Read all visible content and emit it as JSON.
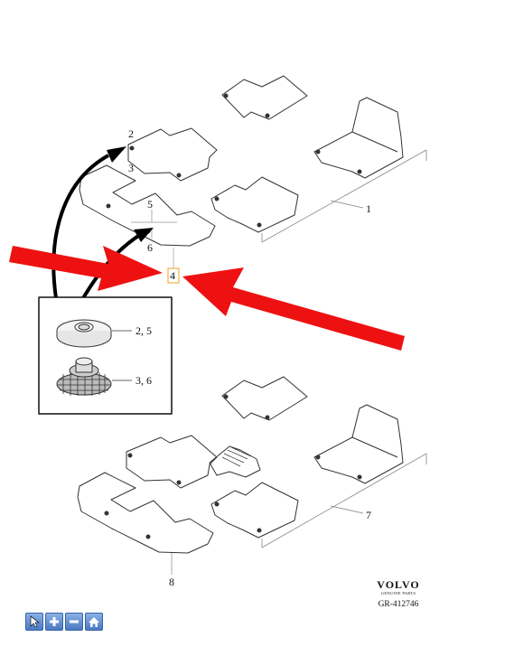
{
  "callouts": [
    {
      "key": "c1",
      "label": "1"
    },
    {
      "key": "c2",
      "label": "2"
    },
    {
      "key": "c3",
      "label": "3"
    },
    {
      "key": "c4",
      "label": "4"
    },
    {
      "key": "c5",
      "label": "5"
    },
    {
      "key": "c6",
      "label": "6"
    },
    {
      "key": "c7",
      "label": "7"
    },
    {
      "key": "c8",
      "label": "8"
    }
  ],
  "detail_box": {
    "label_top": "2, 5",
    "label_bottom": "3, 6"
  },
  "brand": {
    "logo": "VOLVO",
    "subtitle": "GENUINE PARTS",
    "reference": "GR-412746"
  },
  "toolbar": {
    "buttons": [
      {
        "name": "select-tool-button",
        "icon": "cursor-icon"
      },
      {
        "name": "zoom-in-button",
        "icon": "plus-icon"
      },
      {
        "name": "zoom-out-button",
        "icon": "minus-icon"
      },
      {
        "name": "home-button",
        "icon": "home-icon"
      }
    ]
  },
  "colors": {
    "highlight_arrows": "#ee1111",
    "callout_highlight_border": "#f0a020",
    "toolbar_button": "#5b86cc"
  }
}
